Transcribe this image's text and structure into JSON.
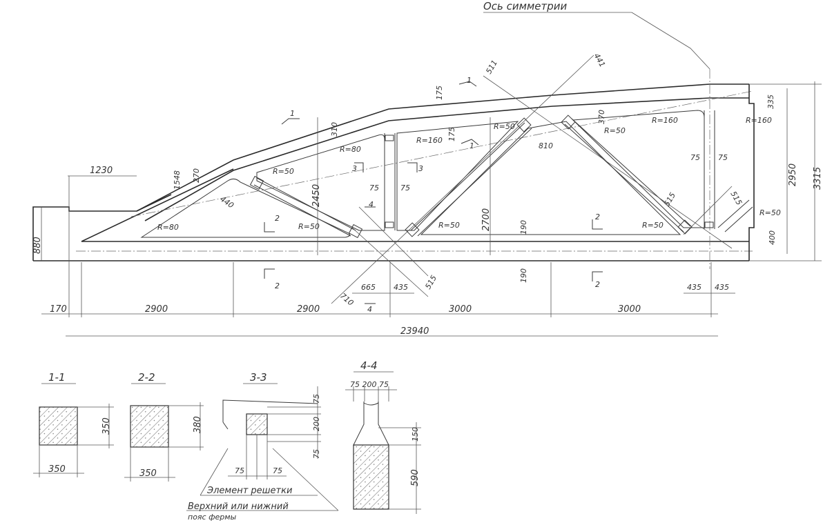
{
  "labels": {
    "symmetry_axis": "Ось симметрии",
    "grid_element": "Элемент решетки",
    "chord_line1": "Верхний или нижний",
    "chord_line2": "пояс фермы"
  },
  "sections": {
    "s11": "1-1",
    "s22": "2-2",
    "s33": "3-3",
    "s44": "4-4"
  },
  "section_marks": {
    "m1": "1",
    "m2": "2",
    "m3": "3",
    "m4": "4"
  },
  "radii": {
    "r80": "R=80",
    "r50": "R=50",
    "r160": "R=160"
  },
  "dims": {
    "d170": "170",
    "d2900": "2900",
    "d3000": "3000",
    "d23940": "23940",
    "d1230": "1230",
    "d880": "880",
    "d1548": "1548",
    "d270": "270",
    "d440": "440",
    "d310": "310",
    "d2450": "2450",
    "d175": "175",
    "d75": "75",
    "d2700": "2700",
    "d190": "190",
    "d665": "665",
    "d435": "435",
    "d515": "515",
    "d710": "710",
    "d511": "511",
    "d441": "441",
    "d370": "370",
    "d810": "810",
    "d335": "335",
    "d2950": "2950",
    "d3315": "3315",
    "d400": "400",
    "d350": "350",
    "d380": "380",
    "d200": "200",
    "d150": "150",
    "d590": "590",
    "d75_200_75": "75 200 75"
  },
  "colors": {
    "line": "#3a3a3a",
    "background": "#ffffff"
  }
}
